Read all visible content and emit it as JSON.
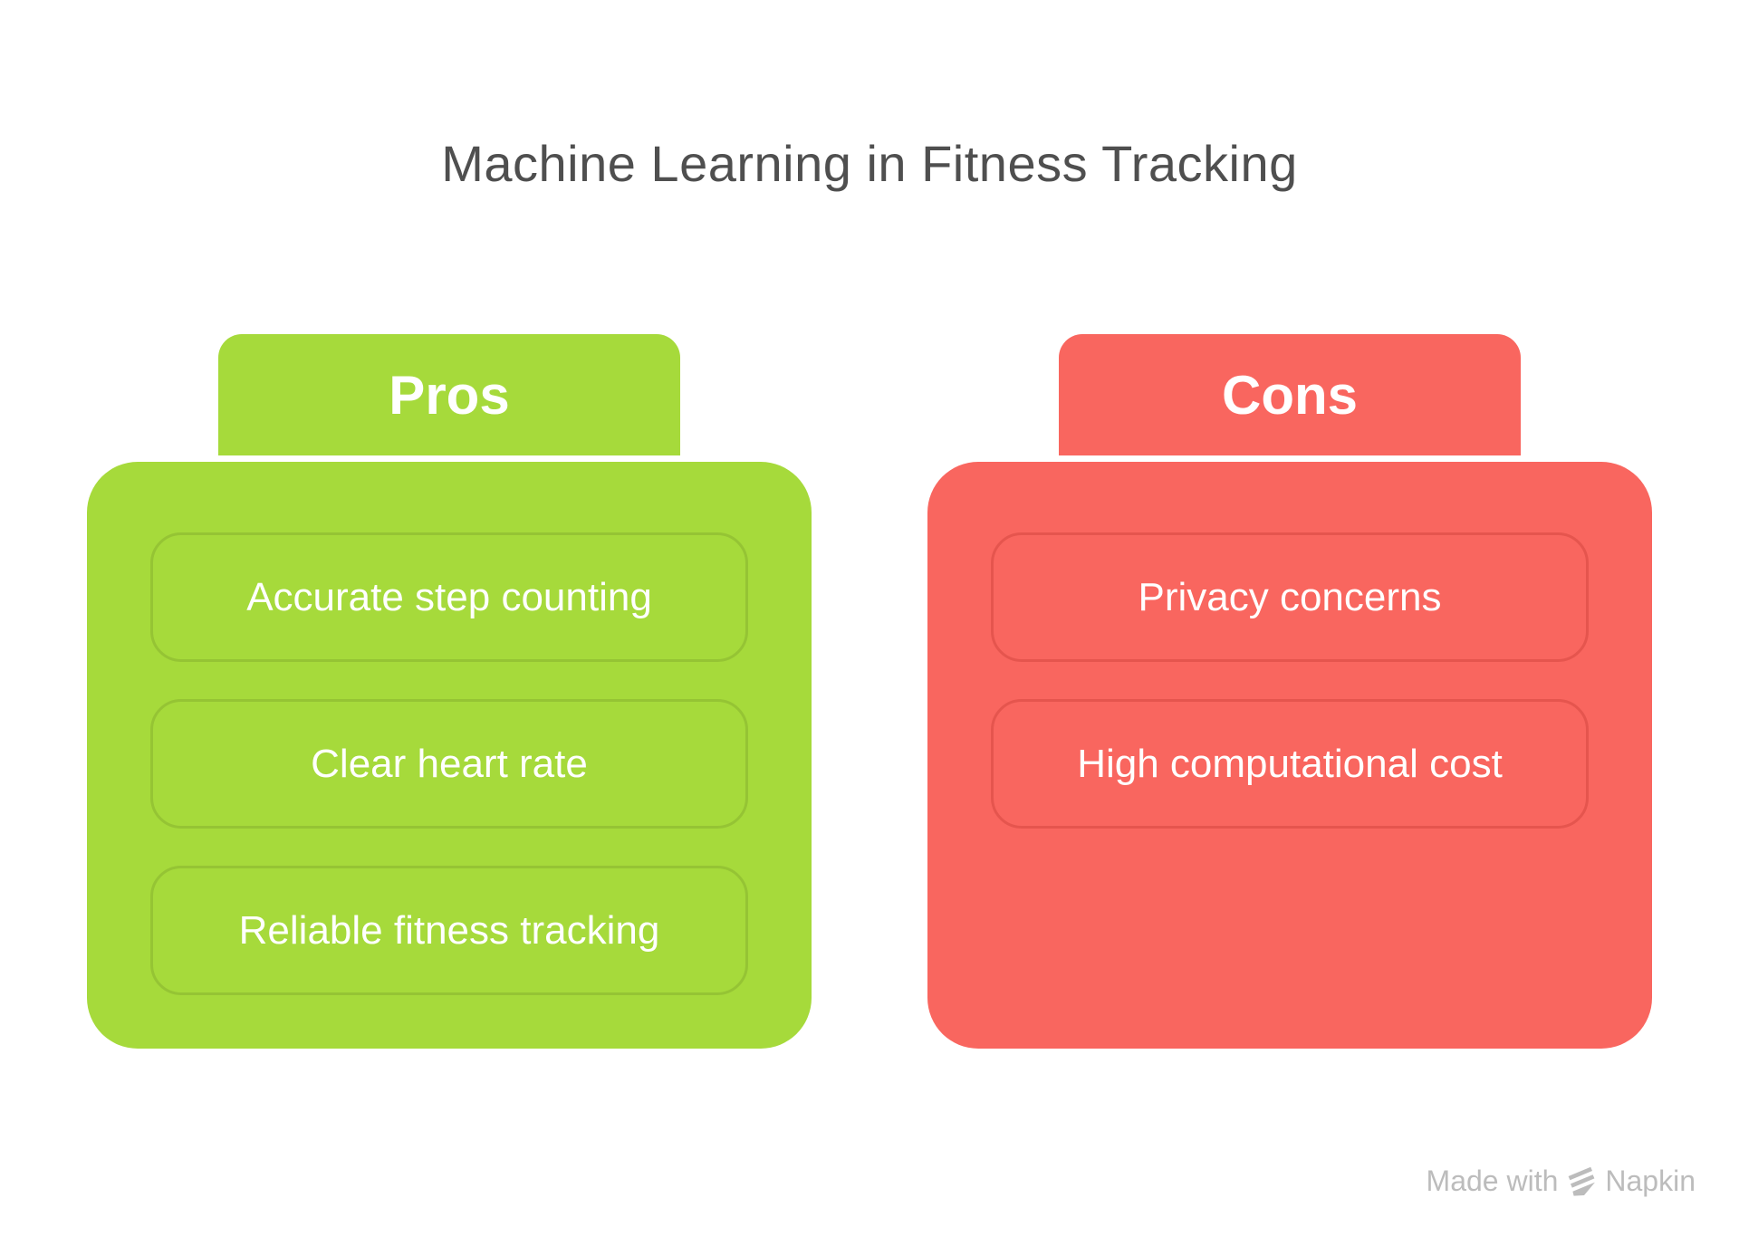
{
  "title": "Machine Learning in Fitness Tracking",
  "columns": [
    {
      "id": "pros",
      "header": "Pros",
      "items": [
        "Accurate step counting",
        "Clear heart rate",
        "Reliable fitness tracking"
      ]
    },
    {
      "id": "cons",
      "header": "Cons",
      "items": [
        "Privacy concerns",
        "High computational cost"
      ]
    }
  ],
  "watermark": {
    "prefix": "Made with",
    "brand": "Napkin",
    "icon": "napkin-logo-icon"
  },
  "colors": {
    "background": "#ffffff",
    "title_text": "#4f4f4f",
    "pros_fill": "#a6da3b",
    "pros_border": "#95c434",
    "pros_text": "#ffffff",
    "cons_fill": "#f9665f",
    "cons_border": "#e5554e",
    "cons_text": "#ffffff",
    "watermark_text": "#bcbcbc"
  }
}
